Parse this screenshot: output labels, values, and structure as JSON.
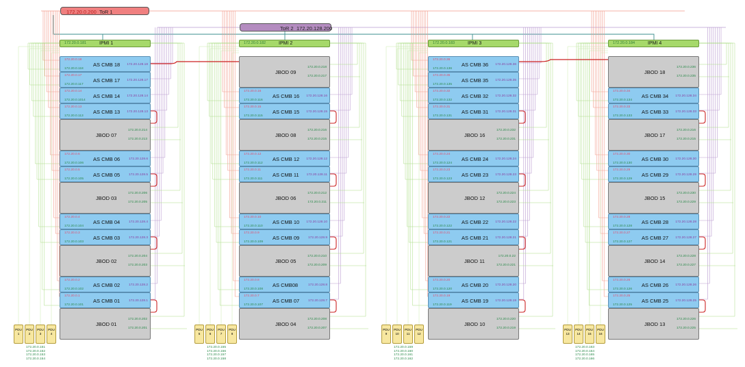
{
  "colors": {
    "tor1": "#f08080",
    "tor2": "#b48cc0",
    "ipmi": "#a6d96a",
    "cmb": "#8ecbf0",
    "jbod": "#cccccc",
    "pdu": "#f7e7a0",
    "link": "#cc2222"
  },
  "tor1": {
    "ip": "172.20.0.200",
    "name": "ToR 1"
  },
  "tor2": {
    "ip": "172.20.128.200",
    "name": "ToR 2"
  },
  "racks": [
    {
      "ipmi": {
        "ip": "172.20.0.181",
        "name": "IPMI 1"
      },
      "boxes": [
        {
          "kind": "cmb",
          "name": "AS CMB 18",
          "ipa": "172.20.0.18",
          "ipb": "172.20.0.118",
          "ipm": "172.20.128.18"
        },
        {
          "kind": "cmb",
          "name": "AS CMB 17",
          "ipa": "172.20.0.17",
          "ipb": "172.20.0.117",
          "ipm": "172.20.128.17"
        },
        {
          "kind": "cmb",
          "name": "AS CMB 14",
          "ipa": "172.20.0.14",
          "ipb": "172.20.0.1014",
          "ipm": "172.20.128.14"
        },
        {
          "kind": "cmb",
          "name": "AS CMB 13",
          "ipa": "172.20.0.13",
          "ipb": "172.20.0.113",
          "ipm": "172.20.128.13"
        },
        {
          "kind": "jbod",
          "name": "JBOD 07",
          "ip1": "172.20.0.214",
          "ip2": "172.20.0.213"
        },
        {
          "kind": "cmb",
          "name": "AS CMB 06",
          "ipa": "172.20.0.6",
          "ipb": "172.20.0.106",
          "ipm": "172.20.128.6"
        },
        {
          "kind": "cmb",
          "name": "AS CMB 05",
          "ipa": "172.20.0.5",
          "ipb": "172.20.0.105",
          "ipm": "172.20.128.5"
        },
        {
          "kind": "jbod",
          "name": "JBOD 03",
          "ip1": "172.20.0.206",
          "ip2": "172.20.0.205"
        },
        {
          "kind": "cmb",
          "name": "AS CMB 04",
          "ipa": "172.20.0.4",
          "ipb": "172.20.0.104",
          "ipm": "172.20.128.4"
        },
        {
          "kind": "cmb",
          "name": "AS CMB 03",
          "ipa": "172.20.0.3",
          "ipb": "172.20.0.103",
          "ipm": "172.20.128.3"
        },
        {
          "kind": "jbod",
          "name": "JBOD 02",
          "ip1": "172.20.0.204",
          "ip2": "172.20.0.203"
        },
        {
          "kind": "cmb",
          "name": "AS CMB 02",
          "ipa": "172.20.0.2",
          "ipb": "172.20.0.102",
          "ipm": "172.20.128.2"
        },
        {
          "kind": "cmb",
          "name": "AS CMB 01",
          "ipa": "172.20.0.1",
          "ipb": "172.20.0.101",
          "ipm": "172.20.128.1"
        },
        {
          "kind": "jbod",
          "name": "JBOD 01",
          "ip1": "172.20.0.202",
          "ip2": "172.20.0.201"
        }
      ],
      "pdus": [
        {
          "label": "PDU",
          "num": "1"
        },
        {
          "label": "PDU",
          "num": "2"
        },
        {
          "label": "PDU",
          "num": "3"
        },
        {
          "label": "PDU",
          "num": "4"
        }
      ],
      "pdu_ips": [
        "172.20.0.151",
        "172.20.0.152",
        "172.20.0.153",
        "172.20.0.154"
      ]
    },
    {
      "ipmi": {
        "ip": "172.20.0.182",
        "name": "IPMI 2"
      },
      "boxes": [
        {
          "kind": "jbod",
          "name": "JBOD 09",
          "ip1": "172.20.0.218",
          "ip2": "172.20.0.217"
        },
        {
          "kind": "cmb",
          "name": "AS CMB 16",
          "ipa": "172.20.0.16",
          "ipb": "172.20.0.116",
          "ipm": "172.20.128.16"
        },
        {
          "kind": "cmb",
          "name": "AS CMB 15",
          "ipa": "172.20.0.15",
          "ipb": "172.20.0.115",
          "ipm": "172.20.128.15"
        },
        {
          "kind": "jbod",
          "name": "JBOD 08",
          "ip1": "172.20.0.216",
          "ip2": "172.20.0.215"
        },
        {
          "kind": "cmb",
          "name": "AS CMB 12",
          "ipa": "172.20.0.12",
          "ipb": "172.20.0.112",
          "ipm": "172.20.128.12"
        },
        {
          "kind": "cmb",
          "name": "AS CMB 11",
          "ipa": "172.20.0.11",
          "ipb": "172.20.0.111",
          "ipm": "172.20.128.11"
        },
        {
          "kind": "jbod",
          "name": "JBOD 06",
          "ip1": "172.20.0.212",
          "ip2": "172.20.0.211"
        },
        {
          "kind": "cmb",
          "name": "AS CMB 10",
          "ipa": "172.20.0.10",
          "ipb": "172.20.0.110",
          "ipm": "172.20.128.10"
        },
        {
          "kind": "cmb",
          "name": "AS CMB 09",
          "ipa": "172.20.0.9",
          "ipb": "172.20.0.109",
          "ipm": "172.20.128.9"
        },
        {
          "kind": "jbod",
          "name": "JBOD 05",
          "ip1": "172.20.0.210",
          "ip2": "172.20.0.209"
        },
        {
          "kind": "cmb",
          "name": "AS CMB08",
          "ipa": "172.20.0.8",
          "ipb": "172.20.0.108",
          "ipm": "172.20.128.8"
        },
        {
          "kind": "cmb",
          "name": "AS CMB 07",
          "ipa": "172.20.0.7",
          "ipb": "172.20.0.107",
          "ipm": "172.20.128.7"
        },
        {
          "kind": "jbod",
          "name": "JBOD 04",
          "ip1": "172.20.0.208",
          "ip2": "172.20.0.207"
        }
      ],
      "pdus": [
        {
          "label": "PDU",
          "num": "5"
        },
        {
          "label": "PDU",
          "num": "6"
        },
        {
          "label": "PDU",
          "num": "7"
        },
        {
          "label": "PDU",
          "num": "8"
        }
      ],
      "pdu_ips": [
        "172.20.0.155",
        "172.20.0.156",
        "172.20.0.157",
        "172.20.0.158"
      ]
    },
    {
      "ipmi": {
        "ip": "172.20.0.183",
        "name": "IPMI 3"
      },
      "boxes": [
        {
          "kind": "cmb",
          "name": "AS CMB 36",
          "ipa": "172.20.0.36",
          "ipb": "172.20.0.136",
          "ipm": "172.20.128.36"
        },
        {
          "kind": "cmb",
          "name": "AS CMB 35",
          "ipa": "172.20.0.35",
          "ipb": "172.20.0.135",
          "ipm": "172.20.128.35"
        },
        {
          "kind": "cmb",
          "name": "AS CMB 32",
          "ipa": "172.20.0.32",
          "ipb": "172.20.0.132",
          "ipm": "172.20.128.32"
        },
        {
          "kind": "cmb",
          "name": "AS CMB 31",
          "ipa": "172.20.0.31",
          "ipb": "172.20.0.131",
          "ipm": "172.20.128.31"
        },
        {
          "kind": "jbod",
          "name": "JBOD 16",
          "ip1": "172.20.0.232",
          "ip2": "172.20.0.231"
        },
        {
          "kind": "cmb",
          "name": "AS CMB 24",
          "ipa": "172.20.0.24",
          "ipb": "172.20.0.124",
          "ipm": "172.20.128.24"
        },
        {
          "kind": "cmb",
          "name": "AS CMB 23",
          "ipa": "172.20.0.23",
          "ipb": "172.20.0.123",
          "ipm": "172.20.128.23"
        },
        {
          "kind": "jbod",
          "name": "JBOD 12",
          "ip1": "172.20.0.224",
          "ip2": "172.20.0.223"
        },
        {
          "kind": "cmb",
          "name": "AS CMB 22",
          "ipa": "172.20.0.22",
          "ipb": "172.20.0.122",
          "ipm": "172.20.128.22"
        },
        {
          "kind": "cmb",
          "name": "AS CMB 21",
          "ipa": "172.20.0.21",
          "ipb": "172.20.0.121",
          "ipm": "172.20.128.21"
        },
        {
          "kind": "jbod",
          "name": "JBOD 11",
          "ip1": "172.20.0.22",
          "ip2": "172.20.0.221"
        },
        {
          "kind": "cmb",
          "name": "AS CMB 20",
          "ipa": "172.20.0.20",
          "ipb": "172.20.0.120",
          "ipm": "172.20.128.20"
        },
        {
          "kind": "cmb",
          "name": "AS CMB 19",
          "ipa": "172.20.0.19",
          "ipb": "172.20.0.119",
          "ipm": "172.20.128.19"
        },
        {
          "kind": "jbod",
          "name": "JBOD 10",
          "ip1": "172.20.0.220",
          "ip2": "172.20.0.219"
        }
      ],
      "pdus": [
        {
          "label": "PDU",
          "num": "9"
        },
        {
          "label": "PDU",
          "num": "10"
        },
        {
          "label": "PDU",
          "num": "11"
        },
        {
          "label": "PDU",
          "num": "12"
        }
      ],
      "pdu_ips": [
        "172.20.0.159",
        "172.20.0.160",
        "172.20.0.161",
        "172.20.0.162"
      ]
    },
    {
      "ipmi": {
        "ip": "172.20.0.184",
        "name": "IPMI 4"
      },
      "boxes": [
        {
          "kind": "jbod",
          "name": "JBOD 18",
          "ip1": "172.20.0.236",
          "ip2": "172.20.0.235"
        },
        {
          "kind": "cmb",
          "name": "AS CMB 34",
          "ipa": "172.20.0.34",
          "ipb": "172.20.0.134",
          "ipm": "172.20.128.34"
        },
        {
          "kind": "cmb",
          "name": "AS CMB 33",
          "ipa": "172.20.0.33",
          "ipb": "172.20.0.133",
          "ipm": "172.20.128.33"
        },
        {
          "kind": "jbod",
          "name": "JBOD 17",
          "ip1": "172.20.0.216",
          "ip2": "172.20.0.215"
        },
        {
          "kind": "cmb",
          "name": "AS CMB 30",
          "ipa": "172.20.0.30",
          "ipb": "172.20.0.130",
          "ipm": "172.20.128.30"
        },
        {
          "kind": "cmb",
          "name": "AS CMB 29",
          "ipa": "172.20.0.29",
          "ipb": "172.20.0.129",
          "ipm": "172.20.128.29"
        },
        {
          "kind": "jbod",
          "name": "JBOD 15",
          "ip1": "172.20.0.230",
          "ip2": "172.20.0.229"
        },
        {
          "kind": "cmb",
          "name": "AS CMB 28",
          "ipa": "172.20.0.28",
          "ipb": "172.20.0.128",
          "ipm": "172.20.128.28"
        },
        {
          "kind": "cmb",
          "name": "AS CMB  27",
          "ipa": "172.20.0.27",
          "ipb": "172.20.0.127",
          "ipm": "172.20.128.27"
        },
        {
          "kind": "jbod",
          "name": "JBOD 14",
          "ip1": "172.20.0.228",
          "ip2": "172.20.0.227"
        },
        {
          "kind": "cmb",
          "name": "AS CMB 26",
          "ipa": "172.20.0.26",
          "ipb": "172.20.0.126",
          "ipm": "172.20.128.26"
        },
        {
          "kind": "cmb",
          "name": "AS CMB 25",
          "ipa": "172.20.0.25",
          "ipb": "172.20.0.125",
          "ipm": "172.20.128.25"
        },
        {
          "kind": "jbod",
          "name": "JBOD 13",
          "ip1": "172.20.0.226",
          "ip2": "172.20.0.225"
        }
      ],
      "pdus": [
        {
          "label": "PDU",
          "num": "13"
        },
        {
          "label": "PDU",
          "num": "14"
        },
        {
          "label": "PDU",
          "num": "15"
        },
        {
          "label": "PDU",
          "num": "16"
        }
      ],
      "pdu_ips": [
        "172.20.0.163",
        "172.20.0.164",
        "172.20.0.165",
        "172.20.0.166"
      ]
    }
  ]
}
